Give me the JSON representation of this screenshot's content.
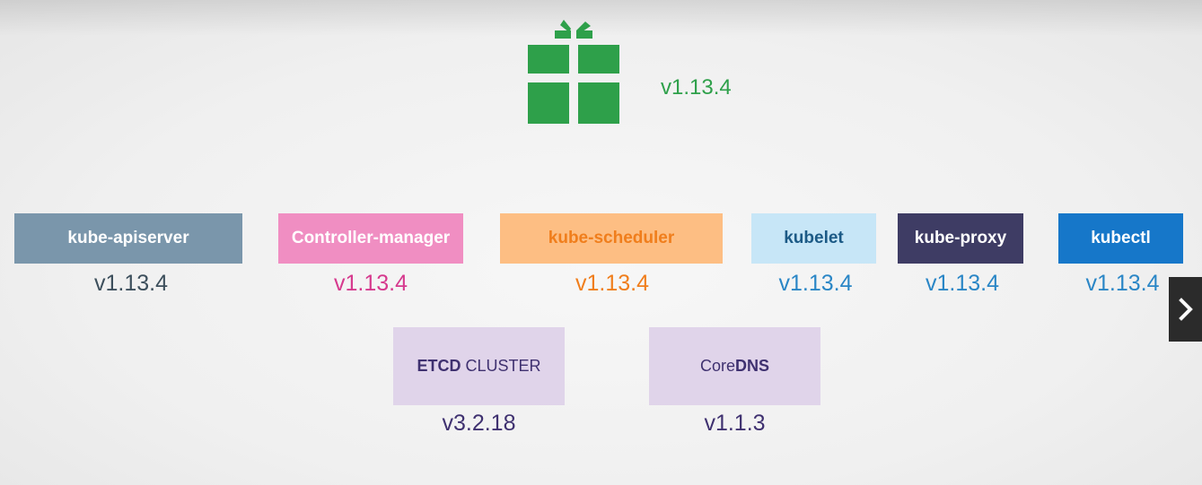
{
  "release": {
    "icon": "gift-icon",
    "version": "v1.13.4",
    "color": "#2ea04a"
  },
  "components": [
    {
      "name": "kube-apiserver",
      "version": "v1.13.4",
      "box_color": "#7a96ab",
      "text_color": "#ffffff",
      "version_color": "#3d4f5c"
    },
    {
      "name": "Controller-manager",
      "version": "v1.13.4",
      "box_color": "#f08ec2",
      "text_color": "#ffffff",
      "version_color": "#d63a8e"
    },
    {
      "name": "kube-scheduler",
      "version": "v1.13.4",
      "box_color": "#fdbe83",
      "text_color": "#f07e1c",
      "version_color": "#f07e1c"
    },
    {
      "name": "kubelet",
      "version": "v1.13.4",
      "box_color": "#c7e6f7",
      "text_color": "#1c5a86",
      "version_color": "#2a86c6"
    },
    {
      "name": "kube-proxy",
      "version": "v1.13.4",
      "box_color": "#3e3c64",
      "text_color": "#ffffff",
      "version_color": "#2a86c6"
    },
    {
      "name": "kubectl",
      "version": "v1.13.4",
      "box_color": "#1677c9",
      "text_color": "#ffffff",
      "version_color": "#2a86c6"
    }
  ],
  "dependencies": [
    {
      "name_bold": "ETCD",
      "name_light": " CLUSTER",
      "version": "v3.2.18"
    },
    {
      "name_light": "Core",
      "name_bold": "DNS",
      "version": "v1.1.3"
    }
  ],
  "dependency_style": {
    "box_color": "#e0d4ea",
    "text_color": "#3f3170",
    "version_color": "#3f3170"
  },
  "navigation": {
    "next_icon": "chevron-right-icon"
  }
}
